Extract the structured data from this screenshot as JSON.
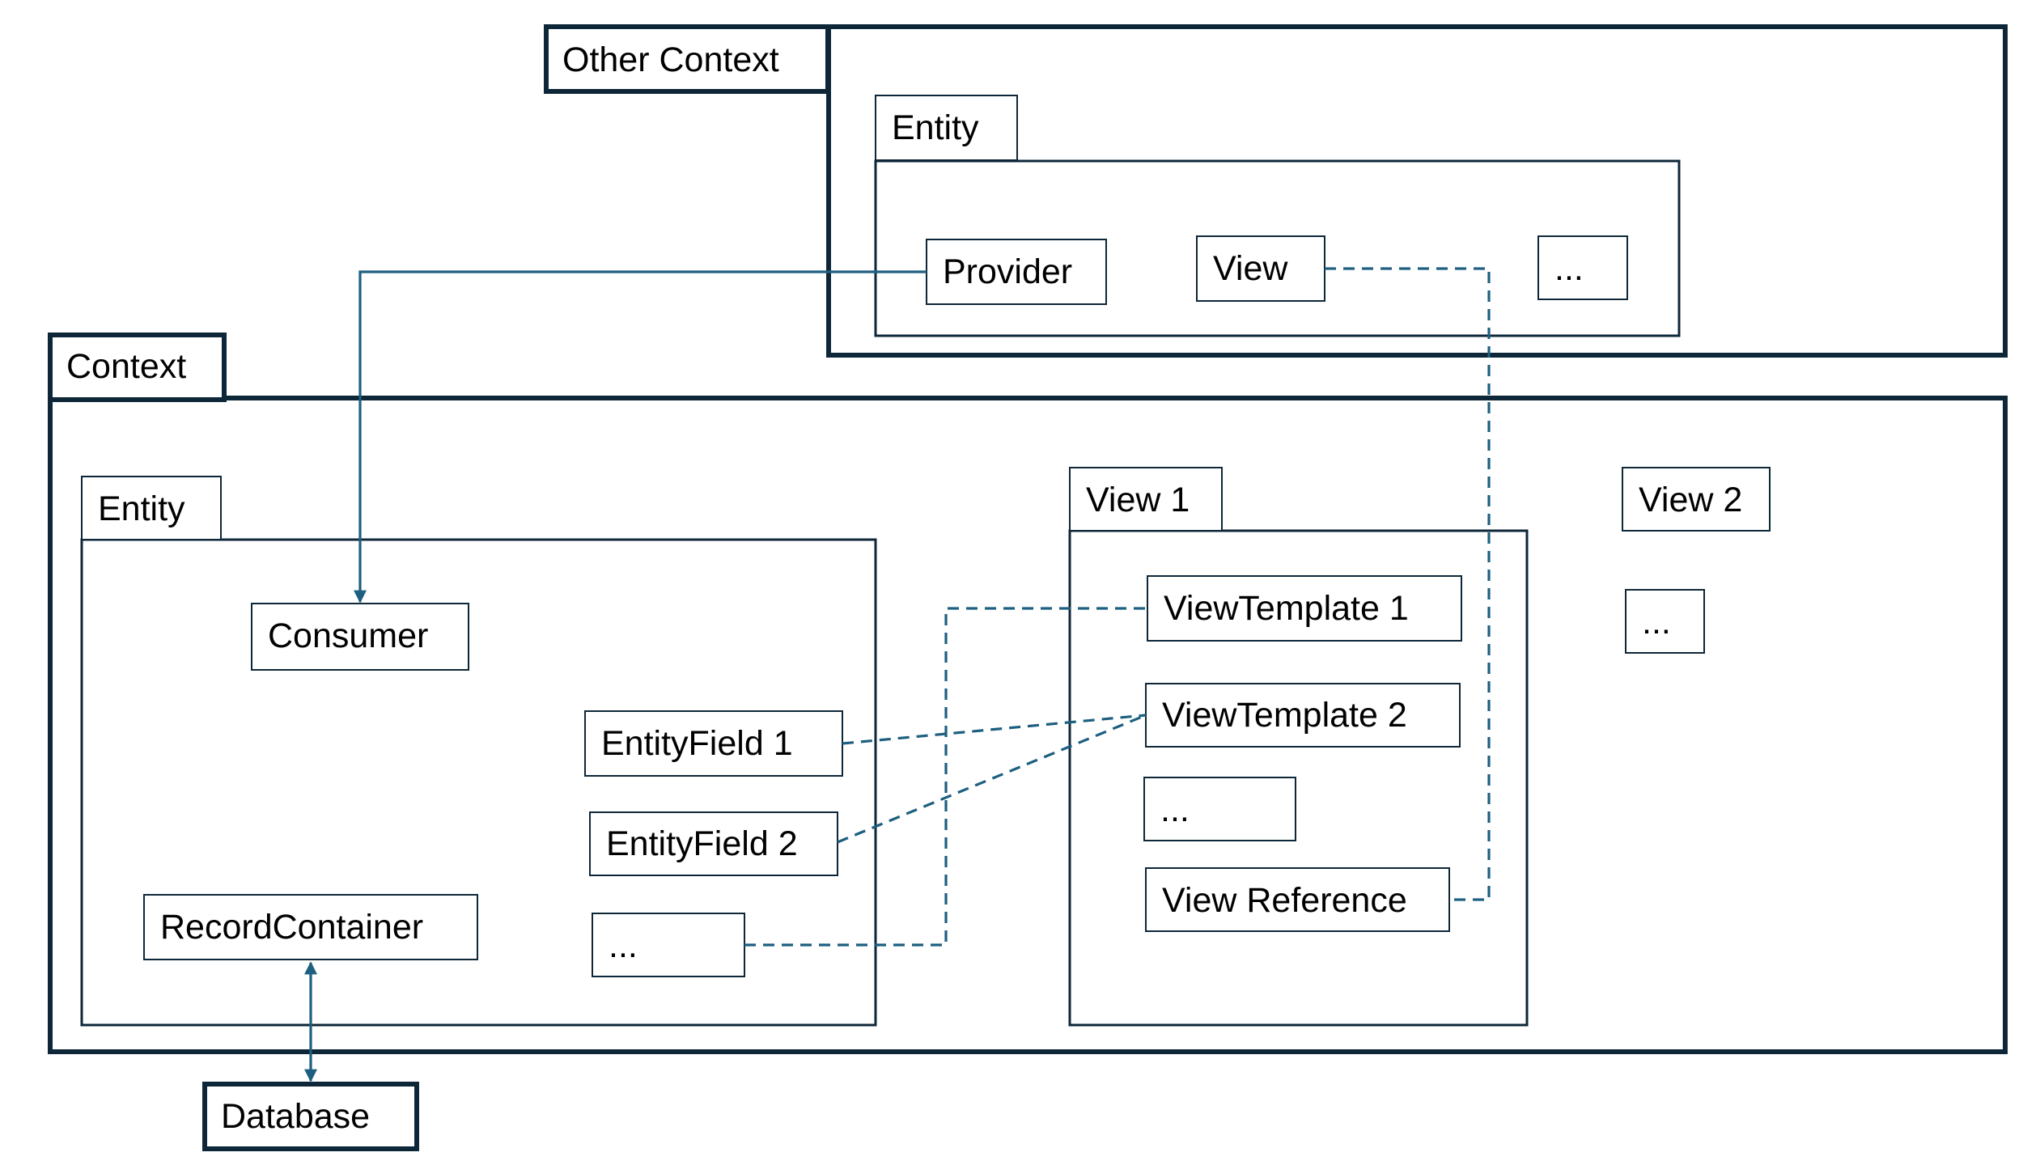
{
  "colors": {
    "frame_stroke": "#0e2738",
    "connector": "#1d5f80",
    "text": "#000000",
    "background": "#ffffff"
  },
  "other_context": {
    "title": "Other Context",
    "entity": {
      "title": "Entity",
      "provider": "Provider",
      "view": "View",
      "more": "..."
    }
  },
  "context": {
    "title": "Context",
    "entity": {
      "title": "Entity",
      "consumer": "Consumer",
      "entity_field_1": "EntityField 1",
      "entity_field_2": "EntityField 2",
      "more": "...",
      "record_container": "RecordContainer"
    },
    "view1": {
      "title": "View 1",
      "view_template_1": "ViewTemplate 1",
      "view_template_2": "ViewTemplate 2",
      "more": "...",
      "view_reference": "View Reference"
    },
    "view2": {
      "title": "View 2",
      "more": "..."
    }
  },
  "database": "Database",
  "connections": [
    {
      "from": "Provider",
      "to": "Consumer",
      "style": "solid",
      "arrow": "end"
    },
    {
      "from": "RecordContainer",
      "to": "Database",
      "style": "solid",
      "arrow": "both"
    },
    {
      "from": "View",
      "to": "View Reference",
      "style": "dashed",
      "arrow": "none"
    },
    {
      "from": "EntityField 1",
      "to": "ViewTemplate 2",
      "style": "dashed",
      "arrow": "none"
    },
    {
      "from": "EntityField 2",
      "to": "ViewTemplate 2",
      "style": "dashed",
      "arrow": "none"
    },
    {
      "from": "...",
      "to": "ViewTemplate 1",
      "style": "dashed",
      "arrow": "none"
    }
  ]
}
